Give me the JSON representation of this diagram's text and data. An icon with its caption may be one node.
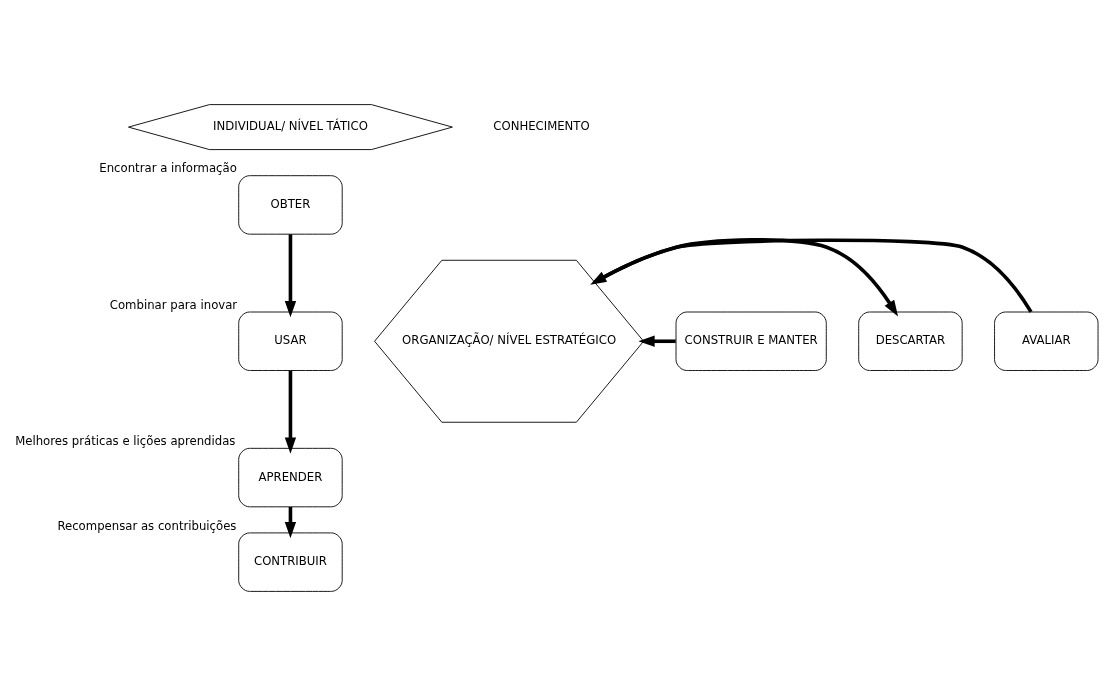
{
  "diagram": {
    "nodes": [
      {
        "text": [
          "INDIVIDUAL/ NÍVEL TÁTICO"
        ]
      },
      {
        "text": [
          "OBTER"
        ],
        "beside": [
          "Encontrar a informação"
        ]
      },
      {
        "text": [
          "USAR"
        ],
        "beside": [
          "Combinar para inovar"
        ]
      },
      {
        "text": [
          "APRENDER"
        ],
        "beside": [
          "Melhores práticas e lições aprendidas"
        ]
      },
      {
        "text": [
          "CONTRIBUIR"
        ],
        "beside": [
          "Recompensar as contribuições"
        ]
      },
      {
        "text": [
          "ORGANIZAÇÃO/ NÍVEL ESTRATÉGICO"
        ]
      },
      {
        "text": [
          "AVALIAR"
        ]
      },
      {
        "text": [
          "DESCARTAR"
        ]
      },
      {
        "text": [
          "CONSTRUIR E MANTER"
        ]
      }
    ],
    "edges": [
      {
        "from": 1,
        "to": 2,
        "arrow": "to"
      },
      {
        "from": 2,
        "to": 3,
        "arrow": "to"
      },
      {
        "from": 3,
        "to": 4,
        "arrow": "to"
      },
      {
        "from": 6,
        "to": 5,
        "arrow": "to"
      },
      {
        "from": 5,
        "to": 7,
        "arrow": "to"
      },
      {
        "from": 8,
        "to": 5,
        "arrow": "to"
      }
    ],
    "labels": [
      "CONHECIMENTO"
    ]
  }
}
